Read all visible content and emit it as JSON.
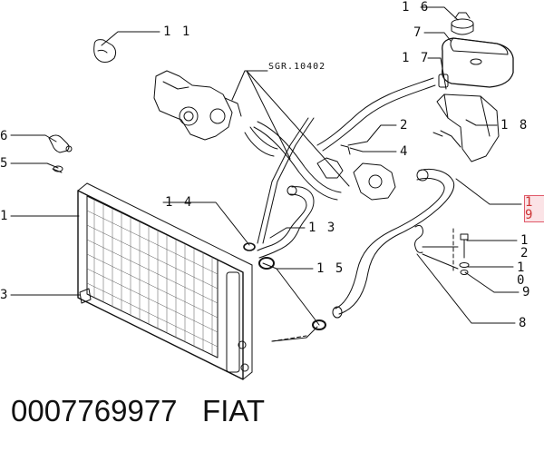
{
  "diagram": {
    "reference": "SGR.10402",
    "footer": {
      "part_number": "0007769977",
      "brand": "FIAT"
    },
    "callouts": [
      {
        "id": "c16",
        "label": "1 6"
      },
      {
        "id": "c7",
        "label": "7"
      },
      {
        "id": "c17",
        "label": "1 7"
      },
      {
        "id": "c11",
        "label": "1 1"
      },
      {
        "id": "c18",
        "label": "1 8"
      },
      {
        "id": "c6",
        "label": "6"
      },
      {
        "id": "c2",
        "label": "2"
      },
      {
        "id": "c4",
        "label": "4"
      },
      {
        "id": "c5",
        "label": "5"
      },
      {
        "id": "c19",
        "label": "1 9",
        "highlighted": true
      },
      {
        "id": "c1",
        "label": "1"
      },
      {
        "id": "c14",
        "label": "1 4"
      },
      {
        "id": "c13",
        "label": "1 3"
      },
      {
        "id": "c12",
        "label": "1 2"
      },
      {
        "id": "c10",
        "label": "1 0"
      },
      {
        "id": "c15",
        "label": "1 5"
      },
      {
        "id": "c3",
        "label": "3"
      },
      {
        "id": "c9",
        "label": "9"
      },
      {
        "id": "c8",
        "label": "8"
      }
    ],
    "colors": {
      "line": "#111111",
      "highlight_border": "#e05a6a",
      "highlight_fill": "#fbe3e6"
    }
  }
}
